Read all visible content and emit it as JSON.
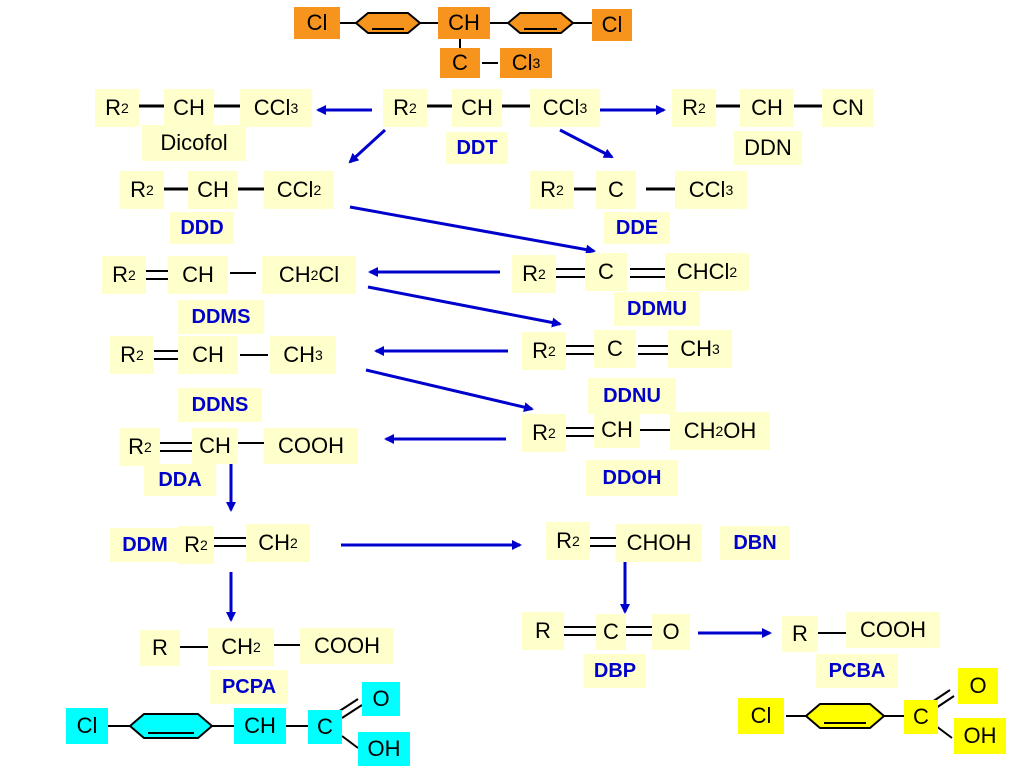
{
  "top": {
    "cl_left": "Cl",
    "ch": "CH",
    "cl_right": "Cl",
    "c": "C",
    "ccl3": "Cl",
    "ccl3_sub": "3"
  },
  "dicofol": {
    "r": "R",
    "r_sub": "2",
    "ch": "CH",
    "ccl3": "CCl",
    "ccl3_sub": "3",
    "name": "Dicofol"
  },
  "ddt": {
    "r": "R",
    "r_sub": "2",
    "ch": "CH",
    "ccl3": "CCl",
    "ccl3_sub": "3",
    "name": "DDT"
  },
  "ddn": {
    "r": "R",
    "r_sub": "2",
    "ch": "CH",
    "cn": "CN",
    "name": "DDN"
  },
  "ddd": {
    "r": "R",
    "r_sub": "2",
    "ch": "CH",
    "ccl2": "CCl",
    "ccl2_sub": "2",
    "name": "DDD"
  },
  "dde": {
    "r": "R",
    "r_sub": "2",
    "c": "C",
    "ccl3": "CCl",
    "ccl3_sub": "3",
    "name": "DDE"
  },
  "ddms": {
    "r": "R",
    "r_sub": "2",
    "ch": "CH",
    "ch2cl_a": "CH",
    "ch2cl_sub": "2",
    "ch2cl_b": "Cl",
    "name": "DDMS"
  },
  "ddmu": {
    "r": "R",
    "r_sub": "2",
    "c": "C",
    "chcl2": "CHCl",
    "chcl2_sub": "2",
    "name": "DDMU"
  },
  "ddns": {
    "r": "R",
    "r_sub": "2",
    "ch": "CH",
    "ch3": "CH",
    "ch3_sub": "3",
    "name": "DDNS"
  },
  "ddnu": {
    "r": "R",
    "r_sub": "2",
    "c": "C",
    "ch3": "CH",
    "ch3_sub": "3",
    "name": "DDNU"
  },
  "dda": {
    "r": "R",
    "r_sub": "2",
    "ch": "CH",
    "cooh": "COOH",
    "name": "DDA"
  },
  "ddoh": {
    "r": "R",
    "r_sub": "2",
    "ch": "CH",
    "ch2oh_a": "CH",
    "ch2oh_sub": "2",
    "ch2oh_b": "OH",
    "name": "DDOH"
  },
  "ddm": {
    "name": "DDM",
    "r": "R",
    "r_sub": "2",
    "ch2": "CH",
    "ch2_sub": "2"
  },
  "dbn": {
    "r": "R",
    "r_sub": "2",
    "chohtext": "CHOH",
    "name": "DBN"
  },
  "pcpa": {
    "r": "R",
    "ch2": "CH",
    "ch2_sub": "2",
    "cooh": "COOH",
    "name": "PCPA"
  },
  "dbp": {
    "r": "R",
    "c": "C",
    "o": "O",
    "name": "DBP"
  },
  "pcba": {
    "r": "R",
    "cooh": "COOH",
    "name": "PCBA"
  },
  "pcpa_struct": {
    "cl": "Cl",
    "ch": "CH",
    "c": "C",
    "o": "O",
    "oh": "OH"
  },
  "pcba_struct": {
    "cl": "Cl",
    "c": "C",
    "o": "O",
    "oh": "OH"
  },
  "colors": {
    "arrow": "#0000cc",
    "box": "#ffffcc",
    "orange": "#f7941d",
    "cyan": "#00ffff",
    "yellow": "#ffff00",
    "label": "#0000cc"
  }
}
